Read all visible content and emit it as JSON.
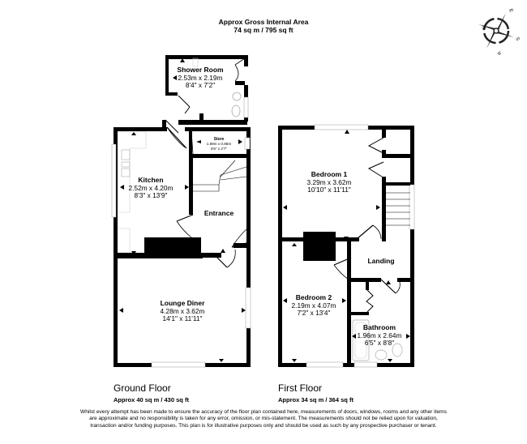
{
  "header": {
    "title": "Approx Gross Internal Area",
    "area": "74 sq m / 795 sq ft"
  },
  "compass": {
    "labels": {
      "north": "N",
      "east": "E",
      "south": "S",
      "west": "W"
    }
  },
  "floors": [
    {
      "title": "Ground Floor",
      "area": "Approx 40 sq m / 430 sq ft",
      "rooms": [
        {
          "name": "Shower Room",
          "metric": "2.53m x 2.19m",
          "imperial": "8'4\" x 7'2\""
        },
        {
          "name": "Store",
          "metric": "1.69m x 0.86m",
          "imperial": "5'6\" x 2'7\""
        },
        {
          "name": "Kitchen",
          "metric": "2.52m x 4.20m",
          "imperial": "8'3\" x 13'9\""
        },
        {
          "name": "Entrance",
          "metric": "",
          "imperial": ""
        },
        {
          "name": "Lounge Diner",
          "metric": "4.28m x 3.62m",
          "imperial": "14'1\" x 11'11\""
        }
      ]
    },
    {
      "title": "First Floor",
      "area": "Approx 34 sq m / 364 sq ft",
      "rooms": [
        {
          "name": "Bedroom 1",
          "metric": "3.29m x 3.62m",
          "imperial": "10'10\" x 11'11\""
        },
        {
          "name": "Landing",
          "metric": "",
          "imperial": ""
        },
        {
          "name": "Bedroom 2",
          "metric": "2.19m x 4.07m",
          "imperial": "7'2\" x 13'4\""
        },
        {
          "name": "Bathroom",
          "metric": "1.96m x 2.64m",
          "imperial": "6'5\" x 8'8\""
        }
      ]
    }
  ],
  "disclaimer": "Whilst every attempt has been made to ensure the accuracy of the floor plan contained here, measurements of doors, windows, rooms and any other items are approximate and no responsibility is taken for any error, omission, or mis-statement. The measurements should not be relied upon for valuation, transaction and/or funding purposes. This plan is for illustrative purposes only and should be used as such by any prospective purchaser or tenant.",
  "colors": {
    "wall": "#000000",
    "fixture": "#bdbdbd",
    "background": "#ffffff"
  }
}
